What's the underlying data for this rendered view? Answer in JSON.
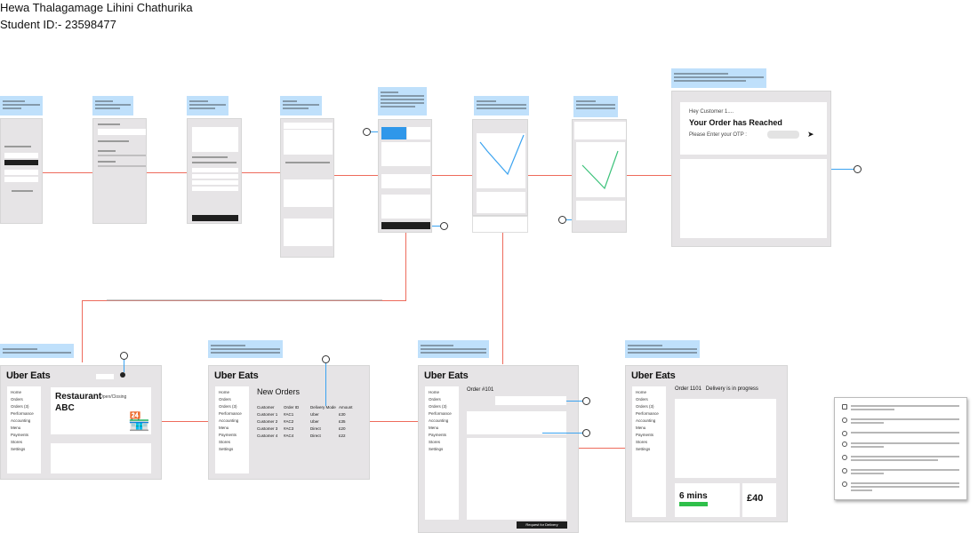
{
  "header": {
    "name": "Hewa Thalagamage Lihini Chathurika",
    "student_id": "Student ID:- 23598477"
  },
  "colors": {
    "note_bg": "#bfe0fb",
    "screen_bg": "#e6e4e6",
    "flow_arrow": "#ee6b5c",
    "interaction_arrow": "#3ba3f0",
    "route_green": "#3cc27a"
  },
  "customer_flow": {
    "reached": {
      "greeting": "Hey Customer 1....",
      "title": "Your Order has Reached",
      "otp_label": "Please Enter your OTP :"
    }
  },
  "restaurant": {
    "app_name": "Uber Eats",
    "home": {
      "title": "Restaurant",
      "title2": "ABC",
      "status": "Open/Closing",
      "sidebar": [
        "Home",
        "Orders",
        "Orders (3)",
        "Performance",
        "Accounting",
        "Menu",
        "Payments",
        "Stores",
        "Settings"
      ]
    },
    "orders": {
      "title": "New Orders",
      "columns": [
        "Customer",
        "Order ID",
        "Delivery Mode",
        "Amount"
      ],
      "rows": [
        [
          "Customer 1",
          "#AC1",
          "Uber",
          "£30"
        ],
        [
          "Customer 2",
          "#AC2",
          "Uber",
          "£35"
        ],
        [
          "Customer 3",
          "#AC3",
          "Direct",
          "£20"
        ],
        [
          "Customer 4",
          "#AC4",
          "Direct",
          "£22"
        ]
      ]
    },
    "order_detail": {
      "title": "Order #101",
      "button": "Request for Delivery"
    },
    "progress": {
      "title": "Order 1101   Delivery is in progress",
      "eta": "6 mins",
      "eta_progress": 0.7,
      "amount": "£40"
    }
  }
}
